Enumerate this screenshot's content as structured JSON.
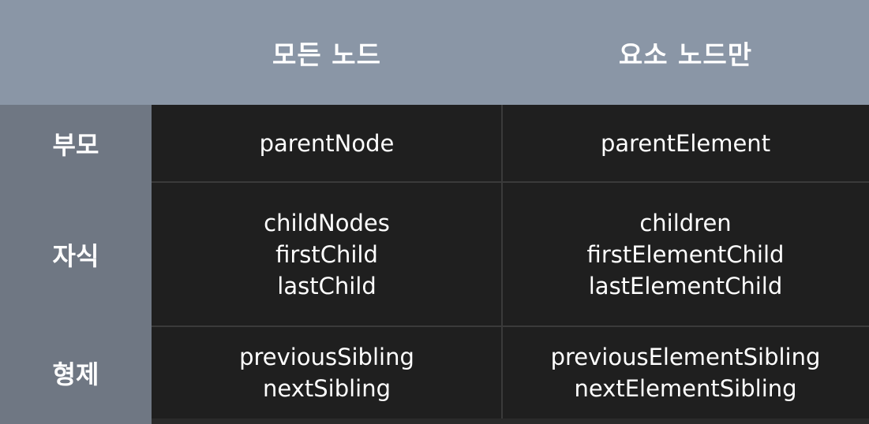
{
  "columns": {
    "all_nodes": "모든 노드",
    "element_nodes": "요소 노드만"
  },
  "rows": {
    "parent": {
      "label": "부모",
      "all": [
        "parentNode"
      ],
      "element": [
        "parentElement"
      ]
    },
    "child": {
      "label": "자식",
      "all": [
        "childNodes",
        "firstChild",
        "lastChild"
      ],
      "element": [
        "children",
        "firstElementChild",
        "lastElementChild"
      ]
    },
    "sibling": {
      "label": "형제",
      "all": [
        "previousSibling",
        "nextSibling"
      ],
      "element": [
        "previousElementSibling",
        "nextElementSibling"
      ]
    }
  },
  "colors": {
    "header_bg": "#8a96a6",
    "row_header_bg": "#6f7783",
    "cell_bg": "#1f1f1f",
    "text": "#ffffff"
  }
}
